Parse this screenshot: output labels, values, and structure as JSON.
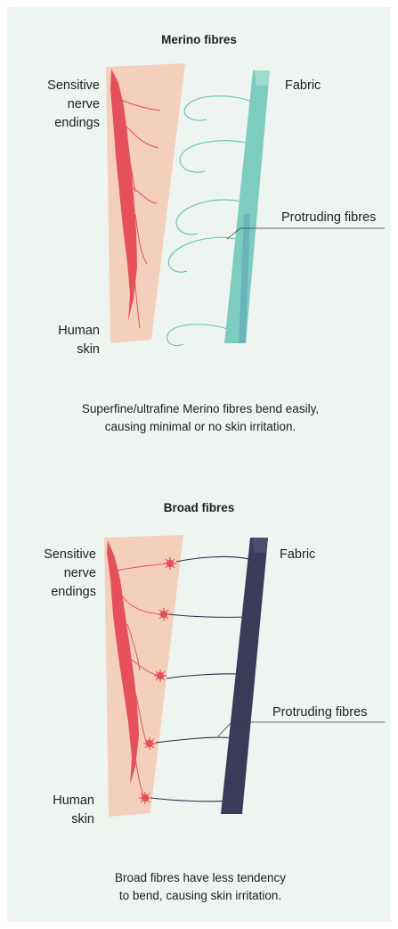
{
  "top": {
    "title": "Merino fibres",
    "label_nerve_line1": "Sensitive",
    "label_nerve_line2": "nerve",
    "label_nerve_line3": "endings",
    "label_fabric": "Fabric",
    "label_protruding": "Protruding fibres",
    "label_skin_line1": "Human",
    "label_skin_line2": "skin",
    "caption_line1": "Superfine/ultrafine Merino fibres bend easily,",
    "caption_line2": "causing minimal or no skin irritation.",
    "fabric_color": "#7ccdbf"
  },
  "bottom": {
    "title": "Broad fibres",
    "label_nerve_line1": "Sensitive",
    "label_nerve_line2": "nerve",
    "label_nerve_line3": "endings",
    "label_fabric": "Fabric",
    "label_protruding": "Protruding fibres",
    "label_skin_line1": "Human",
    "label_skin_line2": "skin",
    "caption_line1": "Broad fibres have less tendency",
    "caption_line2": "to bend, causing skin irritation.",
    "fabric_color": "#3a3b5a"
  },
  "colors": {
    "background": "#eef5f1",
    "skin": "#f4d0bc",
    "nerve": "#e5505a",
    "merino_fibre": "#5ec3b1",
    "broad_fibre": "#2b2d4a"
  }
}
